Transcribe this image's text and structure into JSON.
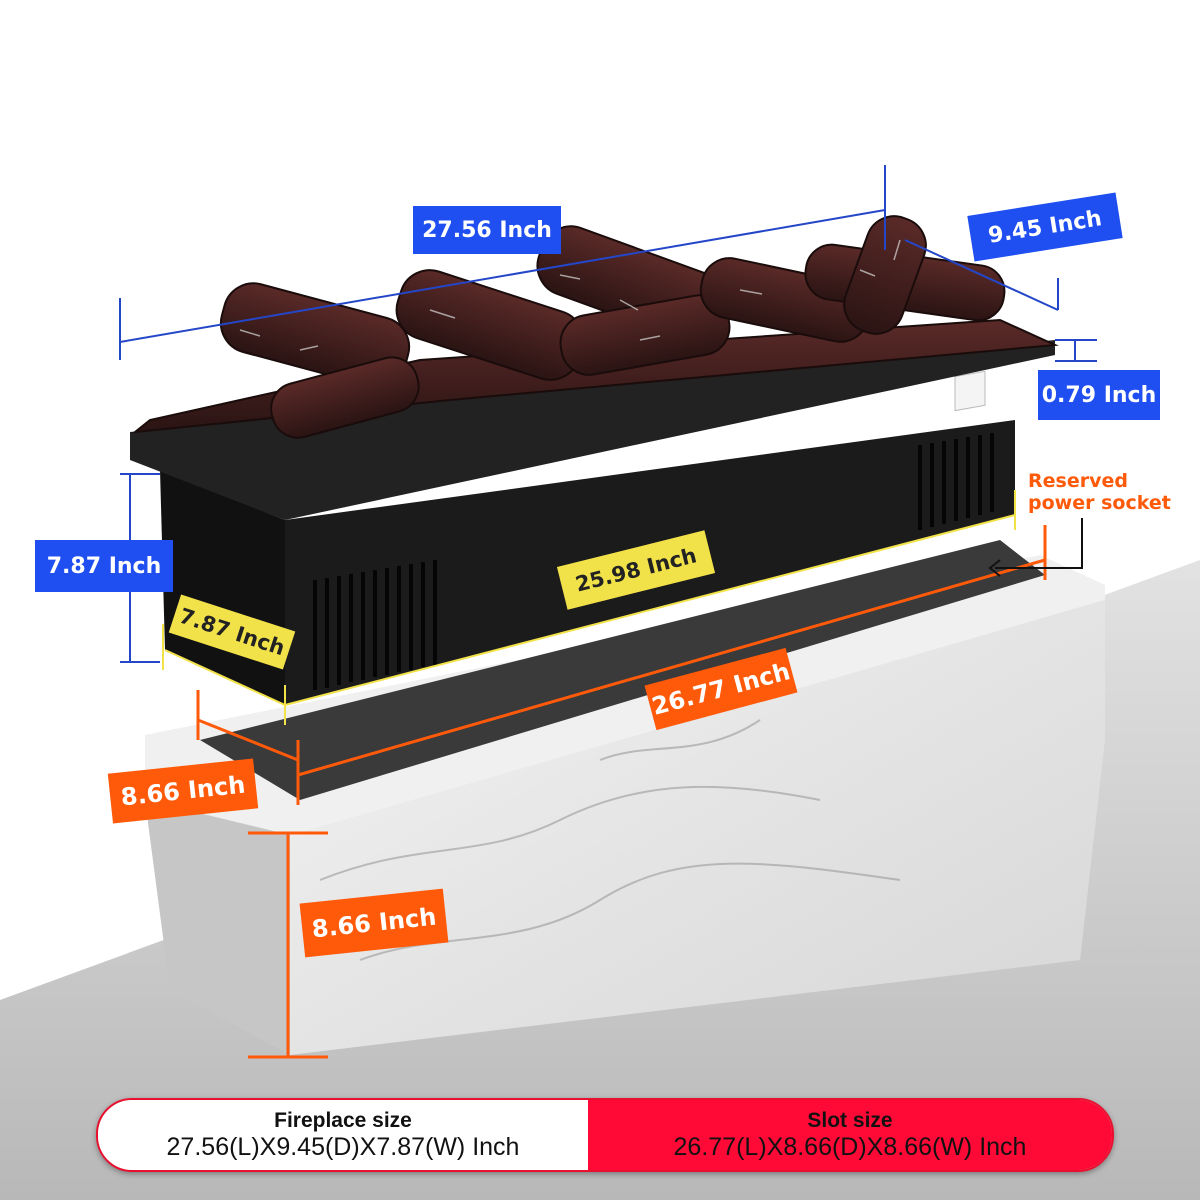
{
  "dimensions": {
    "length_top": "27.56 Inch",
    "depth_top": "9.45 Inch",
    "lip_height": "0.79 Inch",
    "height_left": "7.87 Inch",
    "body_width_side": "7.87 Inch",
    "body_length": "25.98 Inch",
    "slot_length": "26.77 Inch",
    "slot_depth": "8.66 Inch",
    "slot_height": "8.66 Inch"
  },
  "annotations": {
    "socket_note_line1": "Reserved",
    "socket_note_line2": "power socket"
  },
  "summary": {
    "fireplace_title": "Fireplace size",
    "fireplace_value": "27.56(L)X9.45(D)X7.87(W) Inch",
    "slot_title": "Slot size",
    "slot_value": "26.77(L)X8.66(D)X8.66(W) Inch"
  },
  "colors": {
    "blue_label": "#1f4ff0",
    "yellow_label": "#f2e24a",
    "orange_label": "#ff5a0a",
    "slot_bar": "#ff0a37"
  }
}
